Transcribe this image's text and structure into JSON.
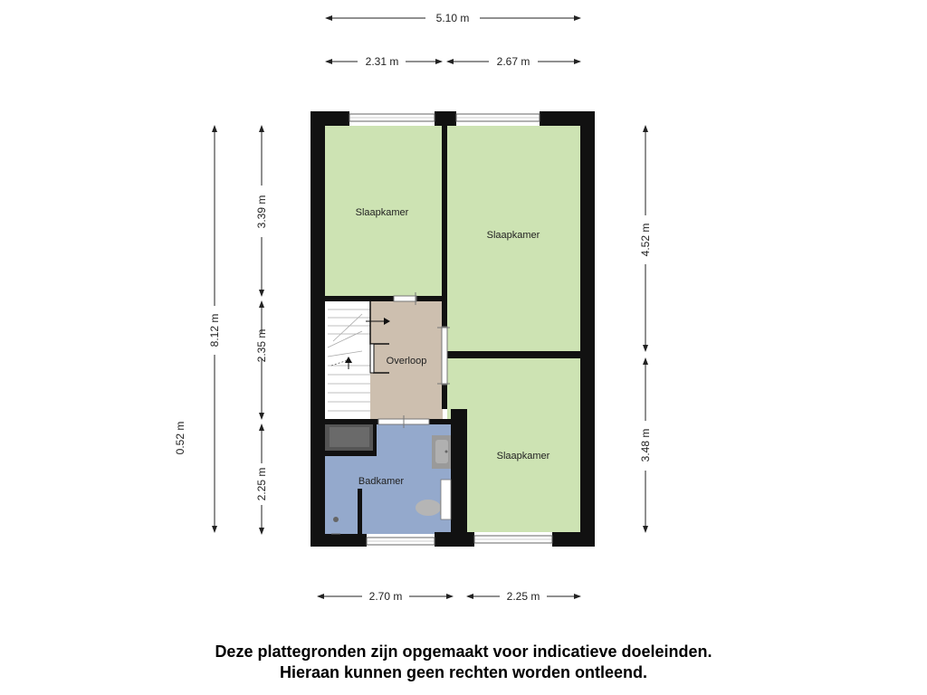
{
  "dimensions": {
    "top_total": "5.10 m",
    "top_left": "2.31 m",
    "top_right": "2.67 m",
    "left_total": "8.12 m",
    "left_upper": "3.39 m",
    "left_middle": "2.35 m",
    "left_lower": "2.25 m",
    "far_left": "0.52 m",
    "right_upper": "4.52 m",
    "right_lower": "3.48 m",
    "bottom_left": "2.70 m",
    "bottom_right": "2.25 m"
  },
  "rooms": {
    "bedroom_1": "Slaapkamer",
    "bedroom_2": "Slaapkamer",
    "bedroom_3": "Slaapkamer",
    "landing": "Overloop",
    "bathroom": "Badkamer"
  },
  "colors": {
    "bedroom": "#cde3b3",
    "landing": "#cdbfaf",
    "bathroom": "#94a9cc",
    "wall": "#111111"
  },
  "disclaimer": {
    "line1": "Deze plattegronden zijn opgemaakt voor indicatieve doeleinden.",
    "line2": "Hieraan kunnen geen rechten worden ontleend."
  }
}
